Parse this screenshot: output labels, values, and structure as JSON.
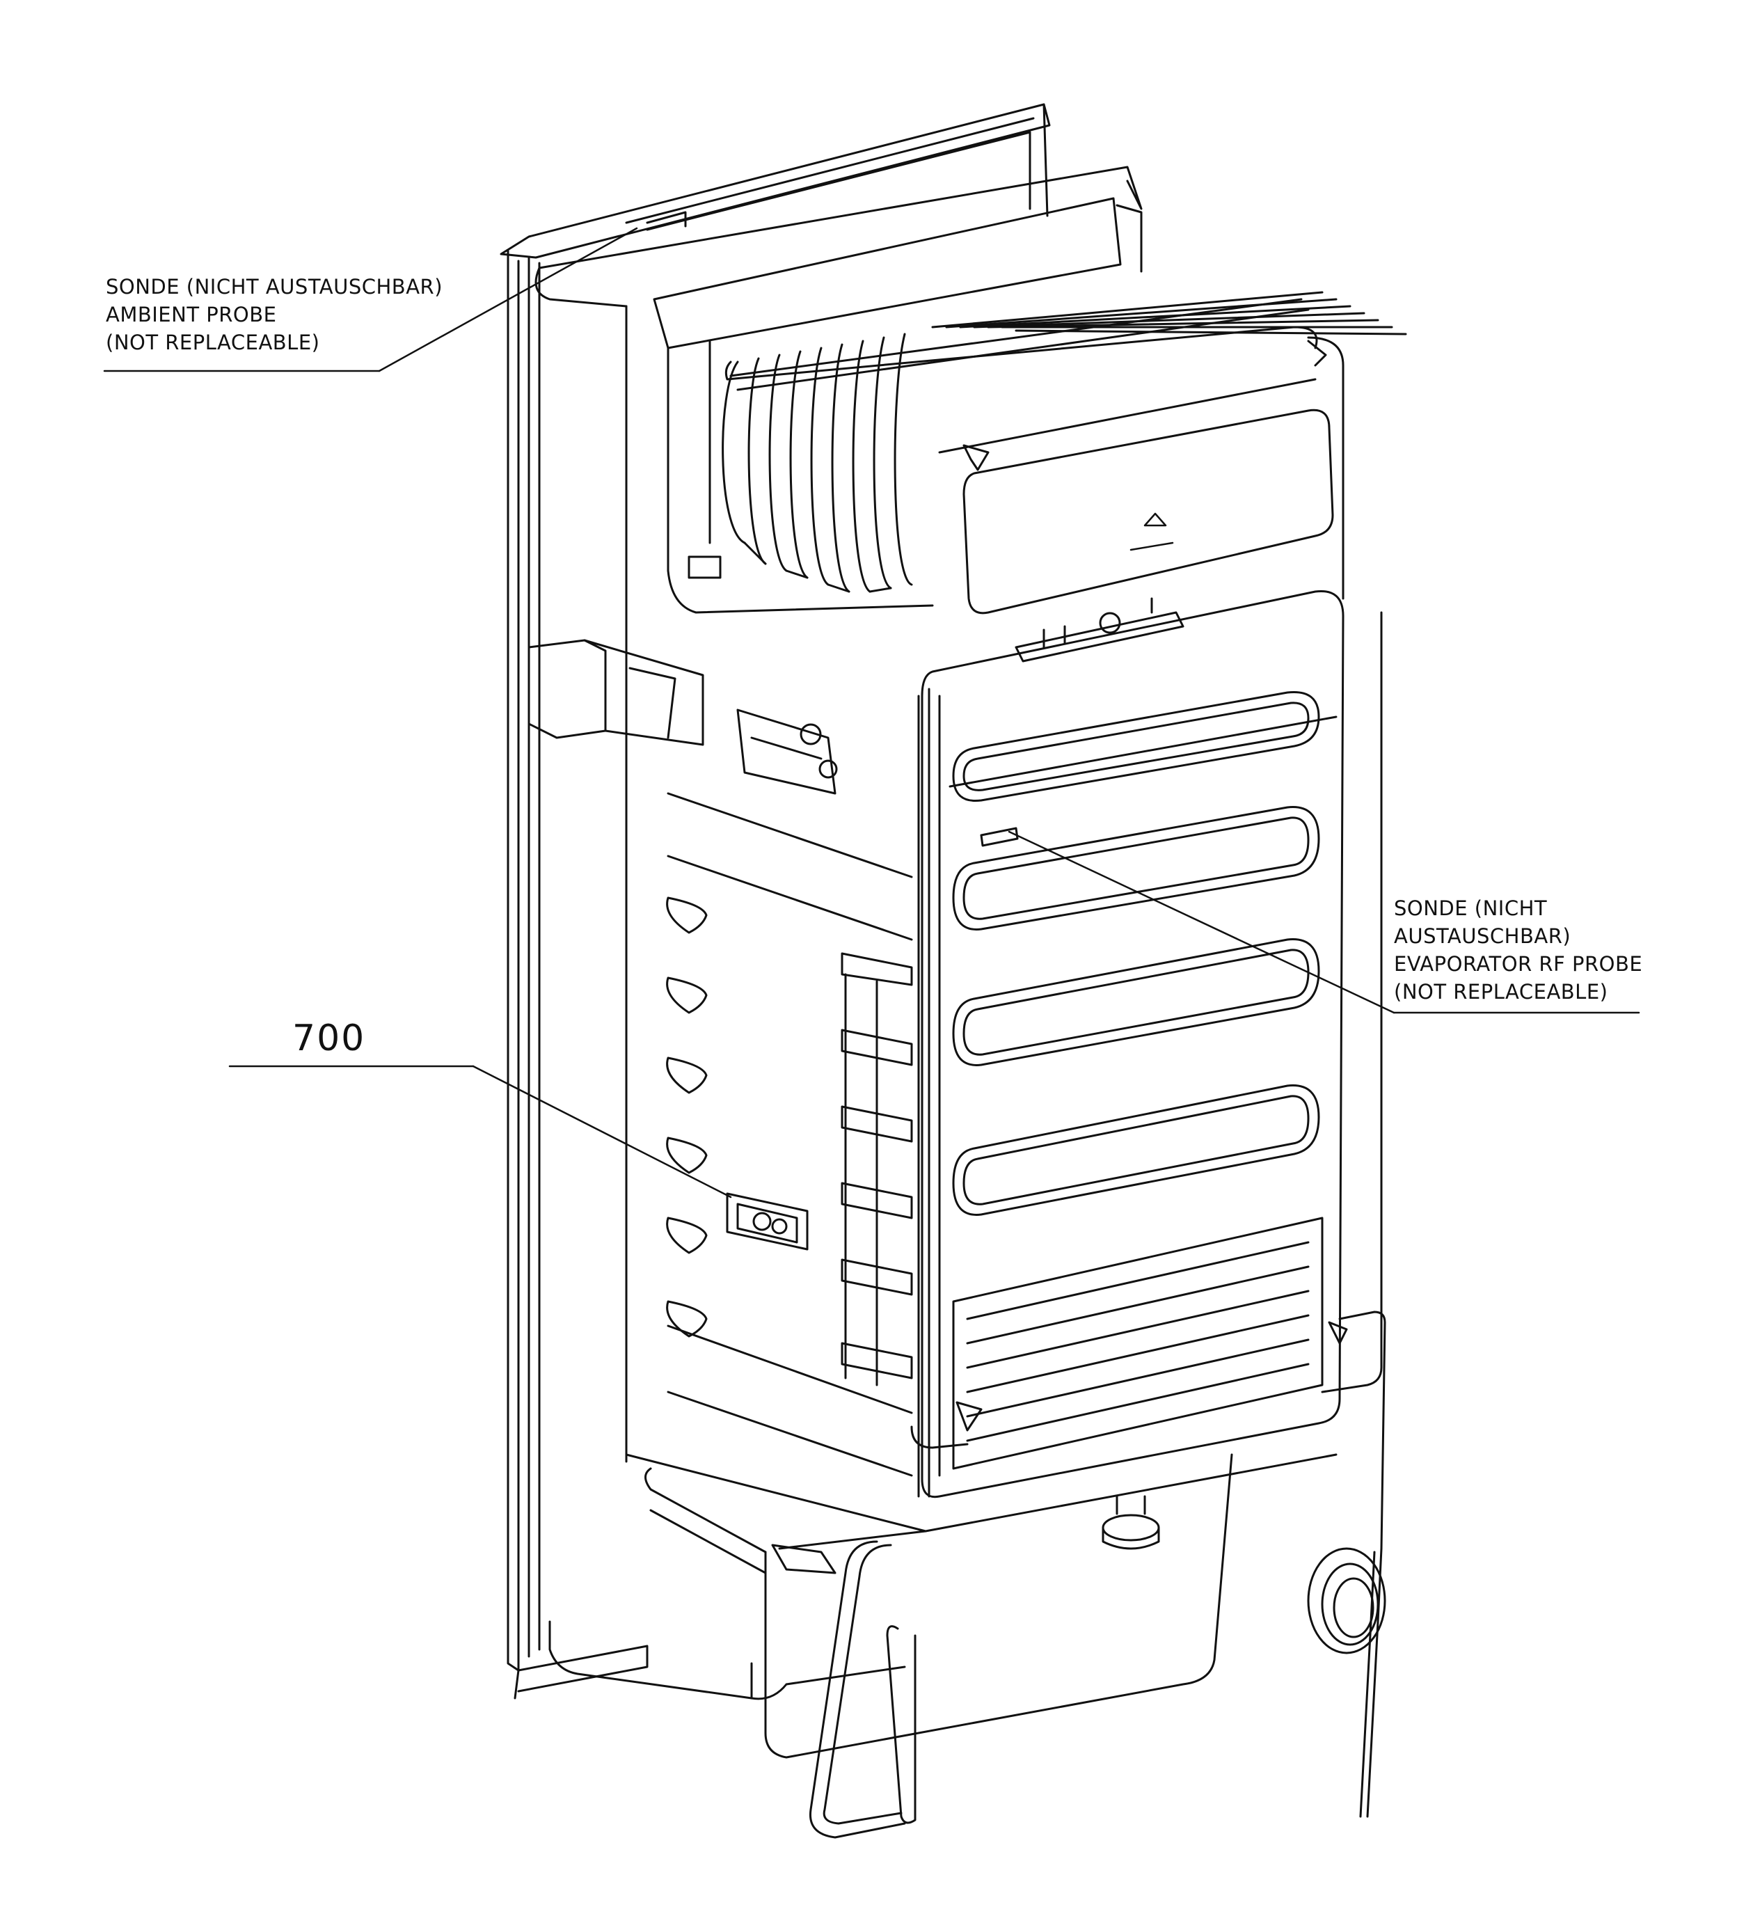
{
  "callouts": {
    "ambient_probe": [
      "SONDE (NICHT AUSTAUSCHBAR)",
      "AMBIENT PROBE",
      "(NOT REPLACEABLE)"
    ],
    "evaporator_probe": [
      "SONDE (NICHT",
      "AUSTAUSCHBAR)",
      "EVAPORATOR RF PROBE",
      "(NOT REPLACEABLE)"
    ],
    "part_number": "700"
  },
  "colors": {
    "ink": "#111111",
    "background": "#ffffff"
  },
  "icons": [
    "recycle-icon"
  ]
}
